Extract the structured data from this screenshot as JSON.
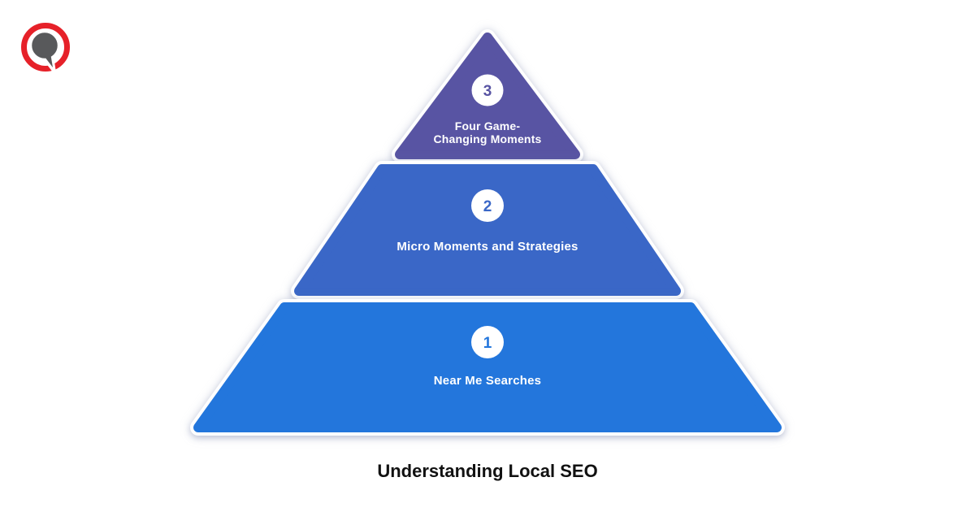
{
  "page": {
    "background_color": "#ffffff",
    "title": "Understanding Local SEO",
    "title_color": "#111111"
  },
  "logo": {
    "description": "speech-bubble-in-red-ring-logo",
    "ring_color": "#e62129",
    "bubble_color": "#58595b"
  },
  "pyramid": {
    "levels": [
      {
        "number": "1",
        "label": "Near Me Searches",
        "color": "#2376dc"
      },
      {
        "number": "2",
        "label": "Micro Moments and Strategies",
        "color": "#3a67c7"
      },
      {
        "number": "3",
        "label_line1": "Four Game-",
        "label_line2": "Changing Moments",
        "color": "#5854a3"
      }
    ],
    "number_circle_color": "#ffffff",
    "label_text_color": "#ffffff"
  }
}
